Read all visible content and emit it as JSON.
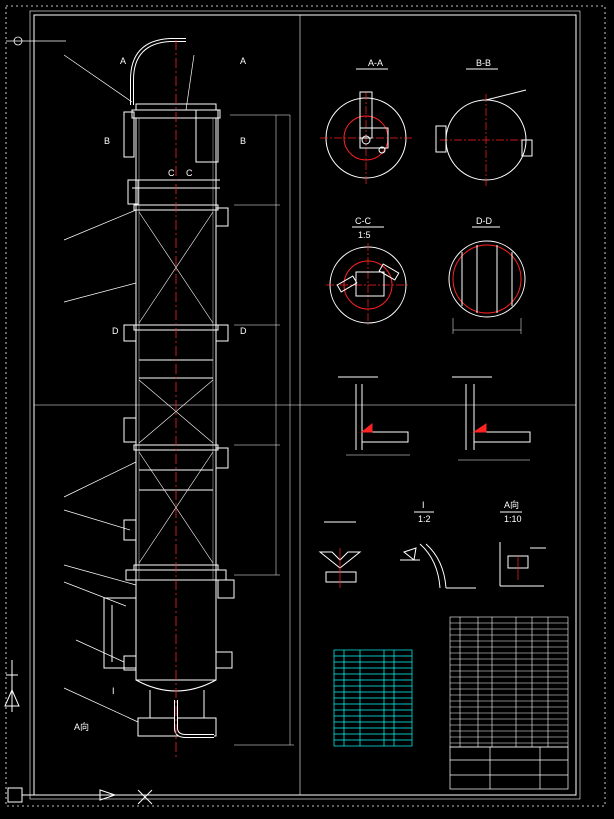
{
  "views": {
    "aa": {
      "title": "A-A"
    },
    "bb": {
      "title": "B-B"
    },
    "cc": {
      "title": "C-C",
      "scale": "1:5"
    },
    "dd": {
      "title": "D-D"
    }
  },
  "details": {
    "i": {
      "title": "I",
      "scale": "1:2"
    },
    "a_view": {
      "title": "A向",
      "scale": "1:10"
    }
  },
  "elevation": {
    "a_view_label": "A向",
    "section_marks": [
      "A",
      "A",
      "B",
      "B",
      "C",
      "C",
      "D",
      "D"
    ],
    "detail_mark": "I"
  },
  "colors": {
    "line": "#ffffff",
    "center": "#ff2222",
    "dim": "#ffffff",
    "table": "#00ffff"
  }
}
